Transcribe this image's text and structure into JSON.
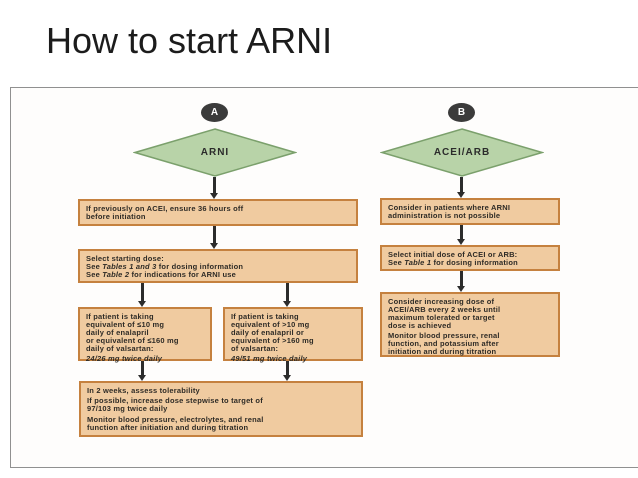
{
  "slide": {
    "title": "How to start ARNI"
  },
  "flowchart": {
    "pathway_a": {
      "badge": "A",
      "diamond": "ARNI",
      "box_washout": "If previously on ACEI, ensure 36 hours off\nbefore initiation",
      "box_starting_dose": {
        "line1": "Select starting dose:",
        "line2_pre": "See ",
        "line2_italic": "Tables 1 and 3",
        "line2_post": " for dosing information",
        "line3_pre": "See ",
        "line3_italic": "Table 2",
        "line3_post": " for indications for ARNI use"
      },
      "box_low_dose": {
        "condition": "If patient is taking\nequivalent of ≤10 mg\ndaily of enalapril\nor equivalent of ≤160 mg\ndaily of valsartan:",
        "dose": "24/26 mg twice daily"
      },
      "box_high_dose": {
        "condition": "If patient is taking\nequivalent of >10 mg\ndaily of enalapril or\nequivalent of >160 mg\nof valsartan:",
        "dose": "49/51 mg twice daily"
      },
      "box_titration": {
        "p1": "In 2 weeks, assess tolerability",
        "p2": "If possible, increase dose stepwise to target of\n97/103 mg twice daily",
        "p3": "Monitor blood pressure, electrolytes, and renal\nfunction after initiation and during titration"
      }
    },
    "pathway_b": {
      "badge": "B",
      "diamond": "ACEI/ARB",
      "box_consider": "Consider in patients where ARNI\nadministration is not possible",
      "box_initial_dose": {
        "line1": "Select initial dose of ACEI or ARB:",
        "line2_pre": "See ",
        "line2_italic": "Table 1",
        "line2_post": " for dosing information"
      },
      "box_titration": {
        "p1": "Consider increasing dose of\nACEI/ARB every 2 weeks until\nmaximum tolerated or target\ndose is achieved",
        "p2": "Monitor blood pressure, renal\nfunction, and potassium after\ninitiation and during titration"
      }
    },
    "colors": {
      "box_fill": "#f0cba0",
      "box_border": "#c5813f",
      "diamond_fill": "#b8d3a8",
      "diamond_border": "#7ba06c",
      "badge_fill": "#3b3b3b",
      "arrow": "#2c2c2c"
    }
  }
}
